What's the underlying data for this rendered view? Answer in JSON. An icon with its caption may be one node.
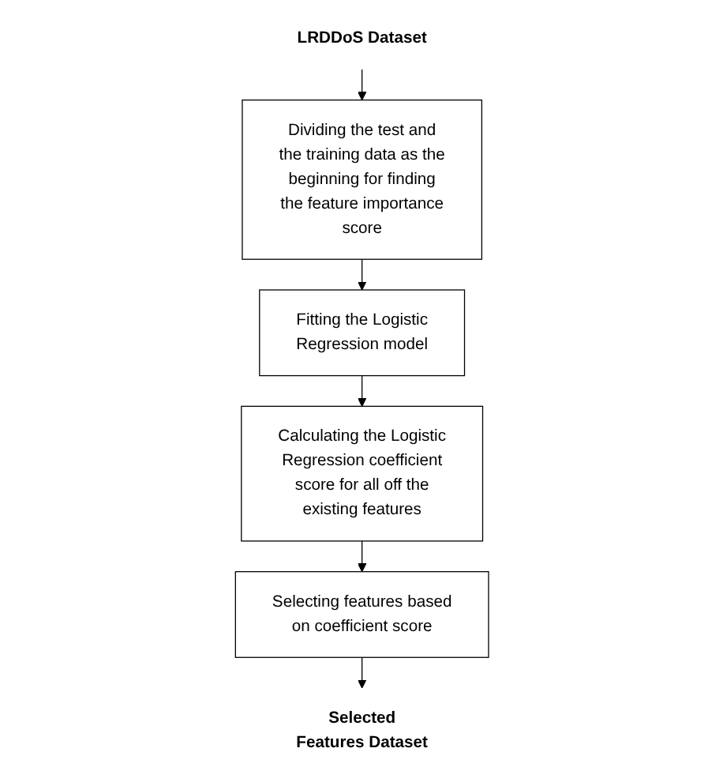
{
  "diagram": {
    "nodes": [
      {
        "text": [
          "LRDDoS Dataset"
        ]
      },
      {
        "text": [
          "Dividing the test and the training data as the beginning for finding the feature importance score"
        ]
      },
      {
        "text": [
          "Fitting the Logistic Regression model"
        ]
      },
      {
        "text": [
          "Calculating the Logistic Regression coefficient score for all off the existing features"
        ]
      },
      {
        "text": [
          "Selecting features based on coefficient score"
        ]
      },
      {
        "text": [
          "Selected Features Dataset"
        ]
      }
    ],
    "edges": [
      {
        "from": 0,
        "to": 1,
        "arrow": "to"
      },
      {
        "from": 1,
        "to": 2,
        "arrow": "to"
      },
      {
        "from": 2,
        "to": 3,
        "arrow": "to"
      },
      {
        "from": 3,
        "to": 4,
        "arrow": "to"
      },
      {
        "from": 4,
        "to": 5,
        "arrow": "to"
      }
    ]
  }
}
